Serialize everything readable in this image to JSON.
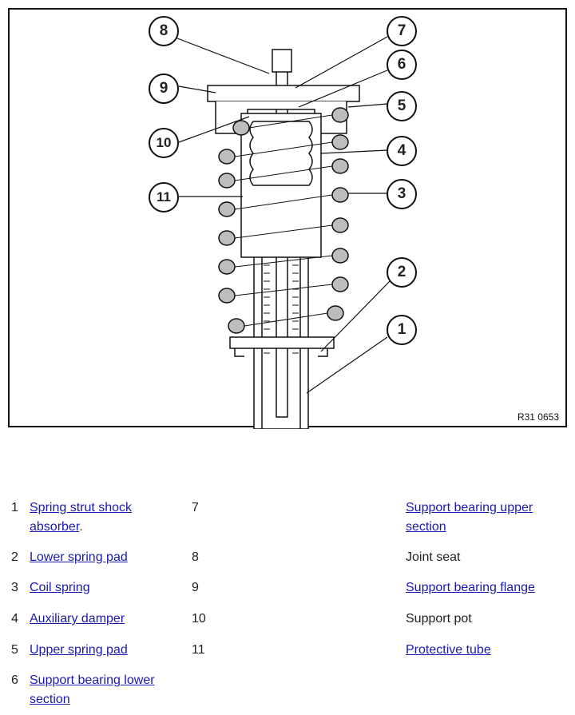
{
  "diagram": {
    "reference": "R31 0653",
    "callouts": [
      "1",
      "2",
      "3",
      "4",
      "5",
      "6",
      "7",
      "8",
      "9",
      "10",
      "11"
    ]
  },
  "legend": {
    "left": [
      {
        "number": "1",
        "label": "Spring strut shock absorber",
        "suffix": ".",
        "link": true
      },
      {
        "number": "2",
        "label": "Lower spring pad",
        "suffix": "",
        "link": true
      },
      {
        "number": "3",
        "label": "Coil spring",
        "suffix": "",
        "link": true
      },
      {
        "number": "4",
        "label": "Auxiliary damper",
        "suffix": "",
        "link": true
      },
      {
        "number": "5",
        "label": "Upper spring pad",
        "suffix": "",
        "link": true
      },
      {
        "number": "6",
        "label": "Support bearing lower section",
        "suffix": "",
        "link": true
      }
    ],
    "right": [
      {
        "number": "7",
        "label": "Support bearing upper section",
        "link": true
      },
      {
        "number": "8",
        "label": "Joint seat",
        "link": false
      },
      {
        "number": "9",
        "label": "Support bearing flange",
        "link": true
      },
      {
        "number": "10",
        "label": "Support pot",
        "link": false
      },
      {
        "number": "11",
        "label": "Protective tube",
        "link": true
      }
    ]
  },
  "colors": {
    "link": "#1a1ab0",
    "text": "#222222",
    "line": "#111111",
    "spring_fill": "#bdbdbd"
  }
}
